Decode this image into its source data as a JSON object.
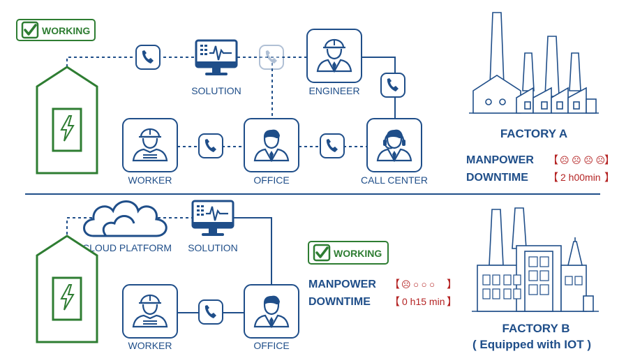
{
  "colors": {
    "primary": "#1f4e89",
    "green": "#2e7d32",
    "red": "#b42323",
    "faded": "#b8c6d8"
  },
  "top": {
    "badge": "WORKING",
    "nodes": {
      "solution": "SOLUTION",
      "engineer": "ENGINEER",
      "worker": "WORKER",
      "office": "OFFICE",
      "call_center": "CALL CENTER"
    },
    "factory_label": "FACTORY A",
    "manpower_label": "MANPOWER",
    "manpower_open": "【",
    "manpower_value": "☹ ☹ ☹ ☹",
    "manpower_close": "】",
    "downtime_label": "DOWNTIME",
    "downtime_open": "【",
    "downtime_value": "2 h00min",
    "downtime_close": "】"
  },
  "bottom": {
    "badge": "WORKING",
    "nodes": {
      "cloud": "CLOUD PLATFORM",
      "solution": "SOLUTION",
      "worker": "WORKER",
      "office": "OFFICE"
    },
    "factory_label": "FACTORY B",
    "factory_sub": "( Equipped with IOT )",
    "manpower_label": "MANPOWER",
    "manpower_open": "【",
    "manpower_value": "☹ ○ ○ ○",
    "manpower_close": "】",
    "downtime_label": "DOWNTIME",
    "downtime_open": "【",
    "downtime_value": "0 h15 min",
    "downtime_close": "】"
  },
  "icons": [
    "check-icon",
    "phone-icon",
    "monitor-icon",
    "engineer-icon",
    "worker-icon",
    "office-person-icon",
    "call-center-icon",
    "cloud-icon",
    "house-icon",
    "lightning-icon",
    "factory-icon"
  ]
}
